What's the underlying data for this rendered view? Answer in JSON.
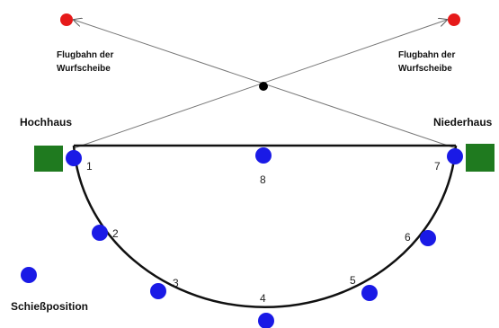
{
  "labels": {
    "left_path_line1": "Flugbahn der",
    "left_path_line2": "Wurfscheibe",
    "right_path_line1": "Flugbahn der",
    "right_path_line2": "Wurfscheibe",
    "high_house": "Hochhaus",
    "low_house": "Niederhaus",
    "shooting_position": "Schießposition"
  },
  "stations": [
    "1",
    "2",
    "3",
    "4",
    "5",
    "6",
    "7",
    "8"
  ],
  "colors": {
    "station": "#1a1ae6",
    "target": "#e61a1a",
    "house": "#1f7a1f",
    "line": "#111111",
    "trajectory": "#777777"
  }
}
